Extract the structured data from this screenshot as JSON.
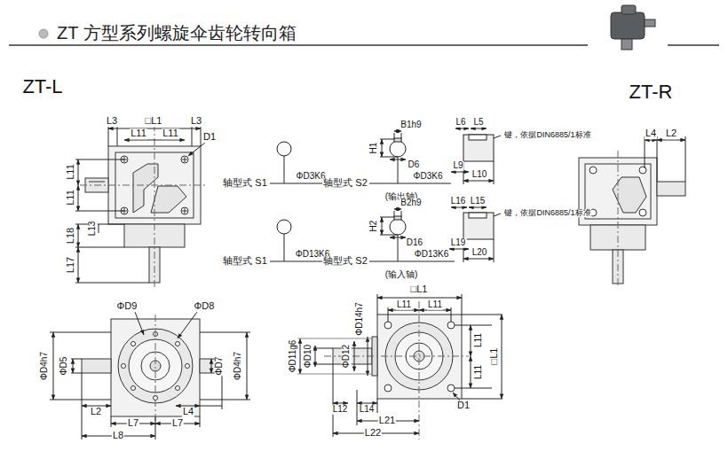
{
  "diagram": {
    "title": "ZT 方型系列螺旋伞齿轮转向箱",
    "labels": [
      "ZT-L",
      "ZT-R",
      "L3",
      "□L1",
      "L3",
      "L11",
      "L11",
      "D1",
      "L11",
      "L11",
      "L18",
      "L13",
      "L17",
      "轴型式 S1",
      "ΦD3K6",
      "轴型式 S2",
      "B1h9",
      "H1",
      "D6",
      "ΦD3K6",
      "(输出轴)",
      "轴型式 S1",
      "ΦD13K6",
      "轴型式 S2",
      "B2h9",
      "H2",
      "D16",
      "ΦD13K6",
      "(输入轴)",
      "L6",
      "L5",
      "键，依据DIN6885/1标准",
      "L9",
      "L10",
      "L16",
      "L15",
      "键，依据DIN6885/1标准",
      "L19",
      "L20",
      "L4",
      "L2",
      "ΦD9",
      "ΦD8",
      "ΦD4h7",
      "ΦD5",
      "ΦD7",
      "ΦD4h7",
      "L2",
      "L4",
      "L7",
      "L7",
      "L8",
      "□L1",
      "L11",
      "L11",
      "ΦD14h7",
      "ΦD11g6",
      "ΦD10",
      "ΦD12",
      "L11",
      "L11",
      "□L1",
      "L12",
      "L14",
      "L21",
      "L22",
      "D1"
    ]
  }
}
